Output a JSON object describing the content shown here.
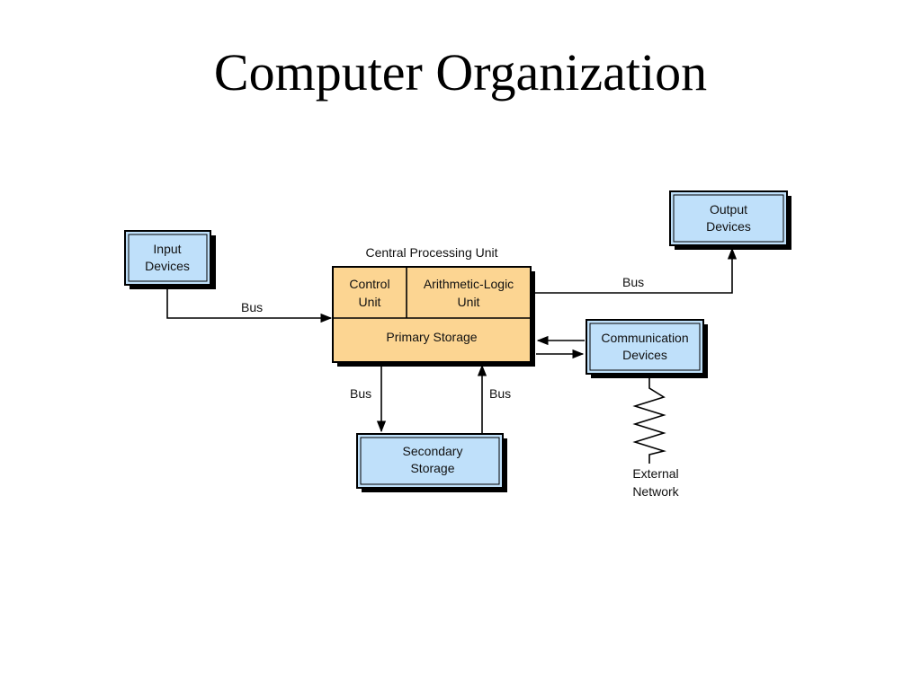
{
  "title": "Computer Organization",
  "diagram": {
    "input_devices": [
      "Input",
      "Devices"
    ],
    "output_devices": [
      "Output",
      "Devices"
    ],
    "cpu_label": "Central Processing Unit",
    "control_unit": [
      "Control",
      "Unit"
    ],
    "alu": [
      "Arithmetic-Logic",
      "Unit"
    ],
    "primary_storage": "Primary Storage",
    "communication_devices": [
      "Communication",
      "Devices"
    ],
    "secondary_storage": [
      "Secondary",
      "Storage"
    ],
    "external_network": [
      "External",
      "Network"
    ],
    "bus_label": "Bus"
  },
  "colors": {
    "device_box": "#bfe0fa",
    "cpu_box": "#fcd592"
  }
}
